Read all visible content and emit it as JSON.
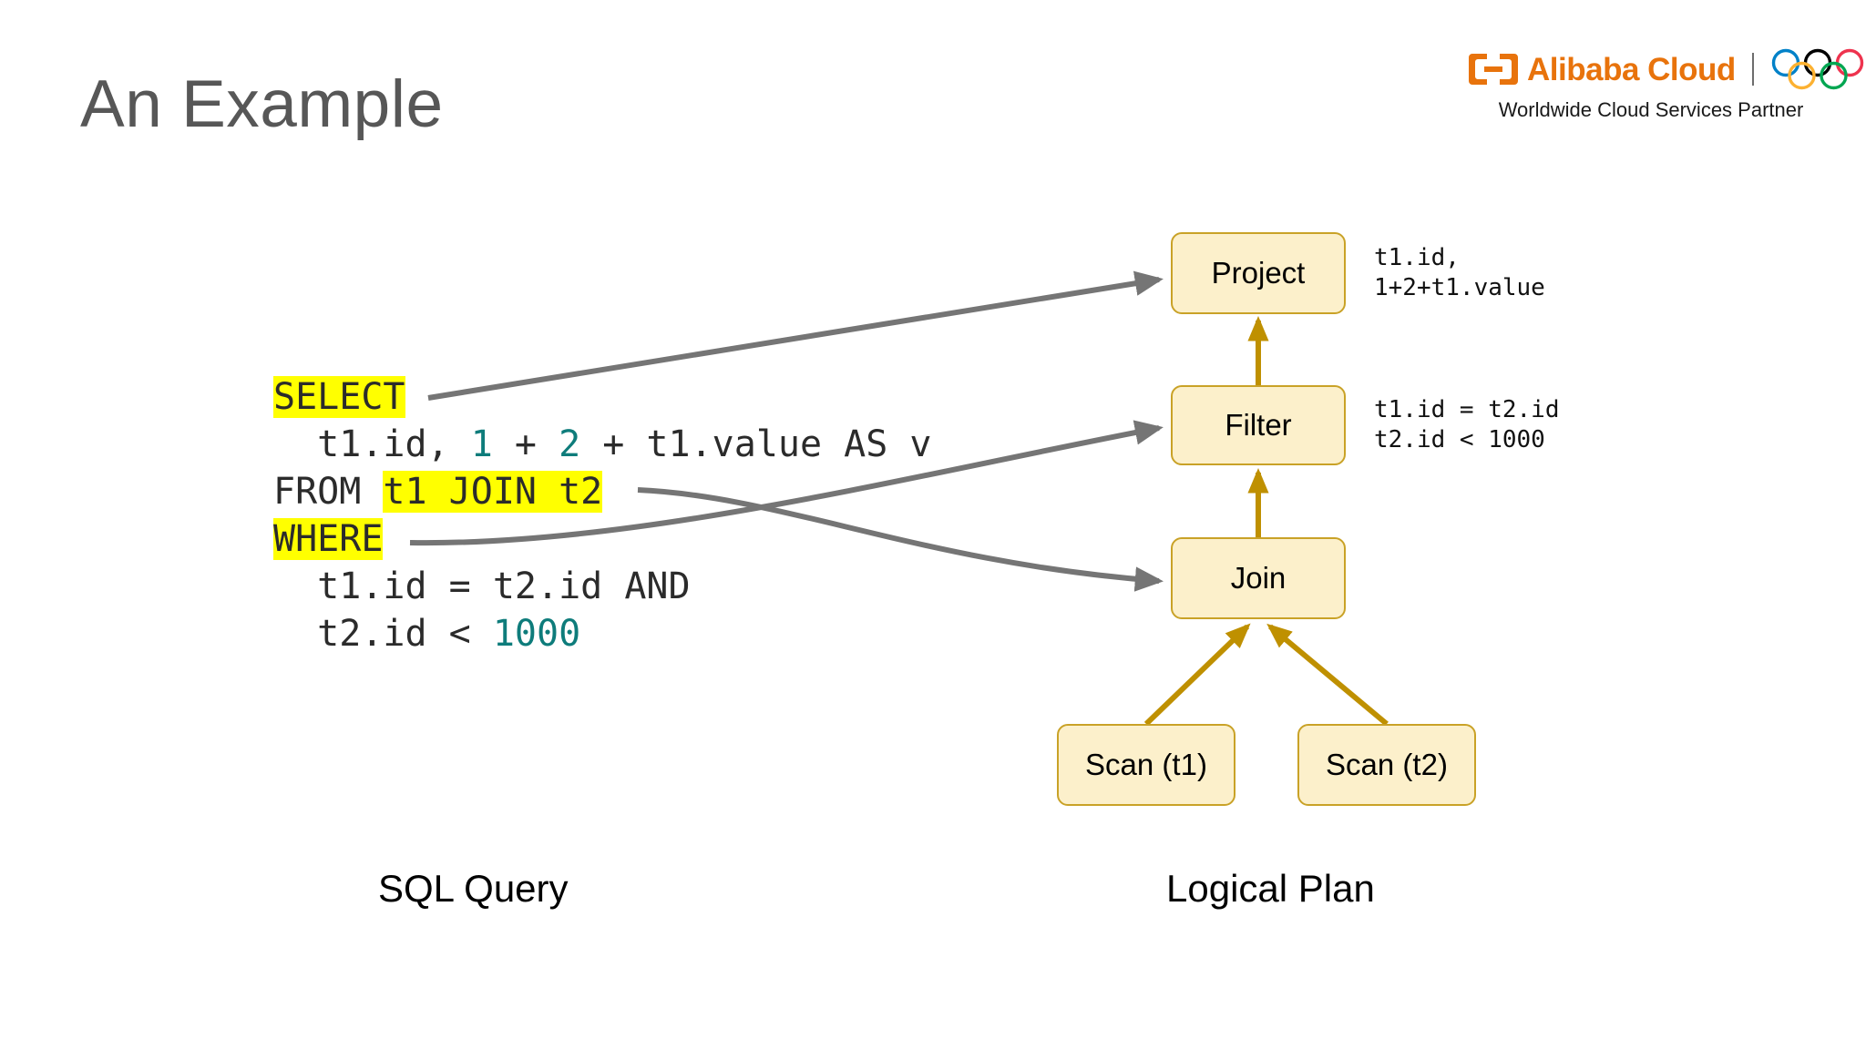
{
  "slide": {
    "title": "An Example",
    "background": "#ffffff",
    "title_color": "#575757"
  },
  "logo": {
    "brand": "Alibaba Cloud",
    "brand_color": "#E8730C",
    "tagline": "Worldwide Cloud Services Partner",
    "rings": {
      "blue": "#0081C8",
      "black": "#000000",
      "red": "#EE334E",
      "yellow": "#FCB131",
      "green": "#00A651"
    }
  },
  "sql": {
    "caption": "SQL Query",
    "keyword_highlight_color": "#FFFF00",
    "literal_color": "#0E7C7B",
    "text_color": "#2b2b2b",
    "lines": [
      {
        "id": "line-select",
        "segments": [
          {
            "text": "SELECT",
            "style": "highlight"
          }
        ]
      },
      {
        "id": "line-projlist",
        "segments": [
          {
            "text": "  t1.id, ",
            "style": "plain"
          },
          {
            "text": "1",
            "style": "literal"
          },
          {
            "text": " + ",
            "style": "plain"
          },
          {
            "text": "2",
            "style": "literal"
          },
          {
            "text": " + t1.value AS v",
            "style": "plain"
          }
        ]
      },
      {
        "id": "line-from",
        "segments": [
          {
            "text": "FROM ",
            "style": "plain"
          },
          {
            "text": "t1 JOIN t2",
            "style": "highlight"
          }
        ]
      },
      {
        "id": "line-where",
        "segments": [
          {
            "text": "WHERE",
            "style": "highlight"
          }
        ]
      },
      {
        "id": "line-cond1",
        "segments": [
          {
            "text": "  t1.id = t2.id AND",
            "style": "plain"
          }
        ]
      },
      {
        "id": "line-cond2",
        "segments": [
          {
            "text": "  t2.id < ",
            "style": "plain"
          },
          {
            "text": "1000",
            "style": "literal"
          }
        ]
      }
    ],
    "plain_text": "SELECT\n  t1.id, 1 + 2 + t1.value AS v\nFROM t1 JOIN t2\nWHERE\n  t1.id = t2.id AND\n  t2.id < 1000"
  },
  "plan": {
    "caption": "Logical Plan",
    "node_fill": "#FCF0CB",
    "node_border": "#C9A227",
    "edge_color": "#BF9000",
    "link_color": "#757575",
    "nodes": [
      {
        "id": "project",
        "label": "Project",
        "annotation": "t1.id,\n1+2+t1.value"
      },
      {
        "id": "filter",
        "label": "Filter",
        "annotation": "t1.id = t2.id\nt2.id < 1000"
      },
      {
        "id": "join",
        "label": "Join",
        "annotation": ""
      },
      {
        "id": "scan_t1",
        "label": "Scan (t1)",
        "annotation": ""
      },
      {
        "id": "scan_t2",
        "label": "Scan (t2)",
        "annotation": ""
      }
    ],
    "edges": [
      {
        "from": "filter",
        "to": "project"
      },
      {
        "from": "join",
        "to": "filter"
      },
      {
        "from": "scan_t1",
        "to": "join"
      },
      {
        "from": "scan_t2",
        "to": "join"
      }
    ]
  },
  "mappings": [
    {
      "from": "SELECT",
      "to": "Project"
    },
    {
      "from": "t1 JOIN t2",
      "to": "Join"
    },
    {
      "from": "WHERE",
      "to": "Filter"
    }
  ]
}
